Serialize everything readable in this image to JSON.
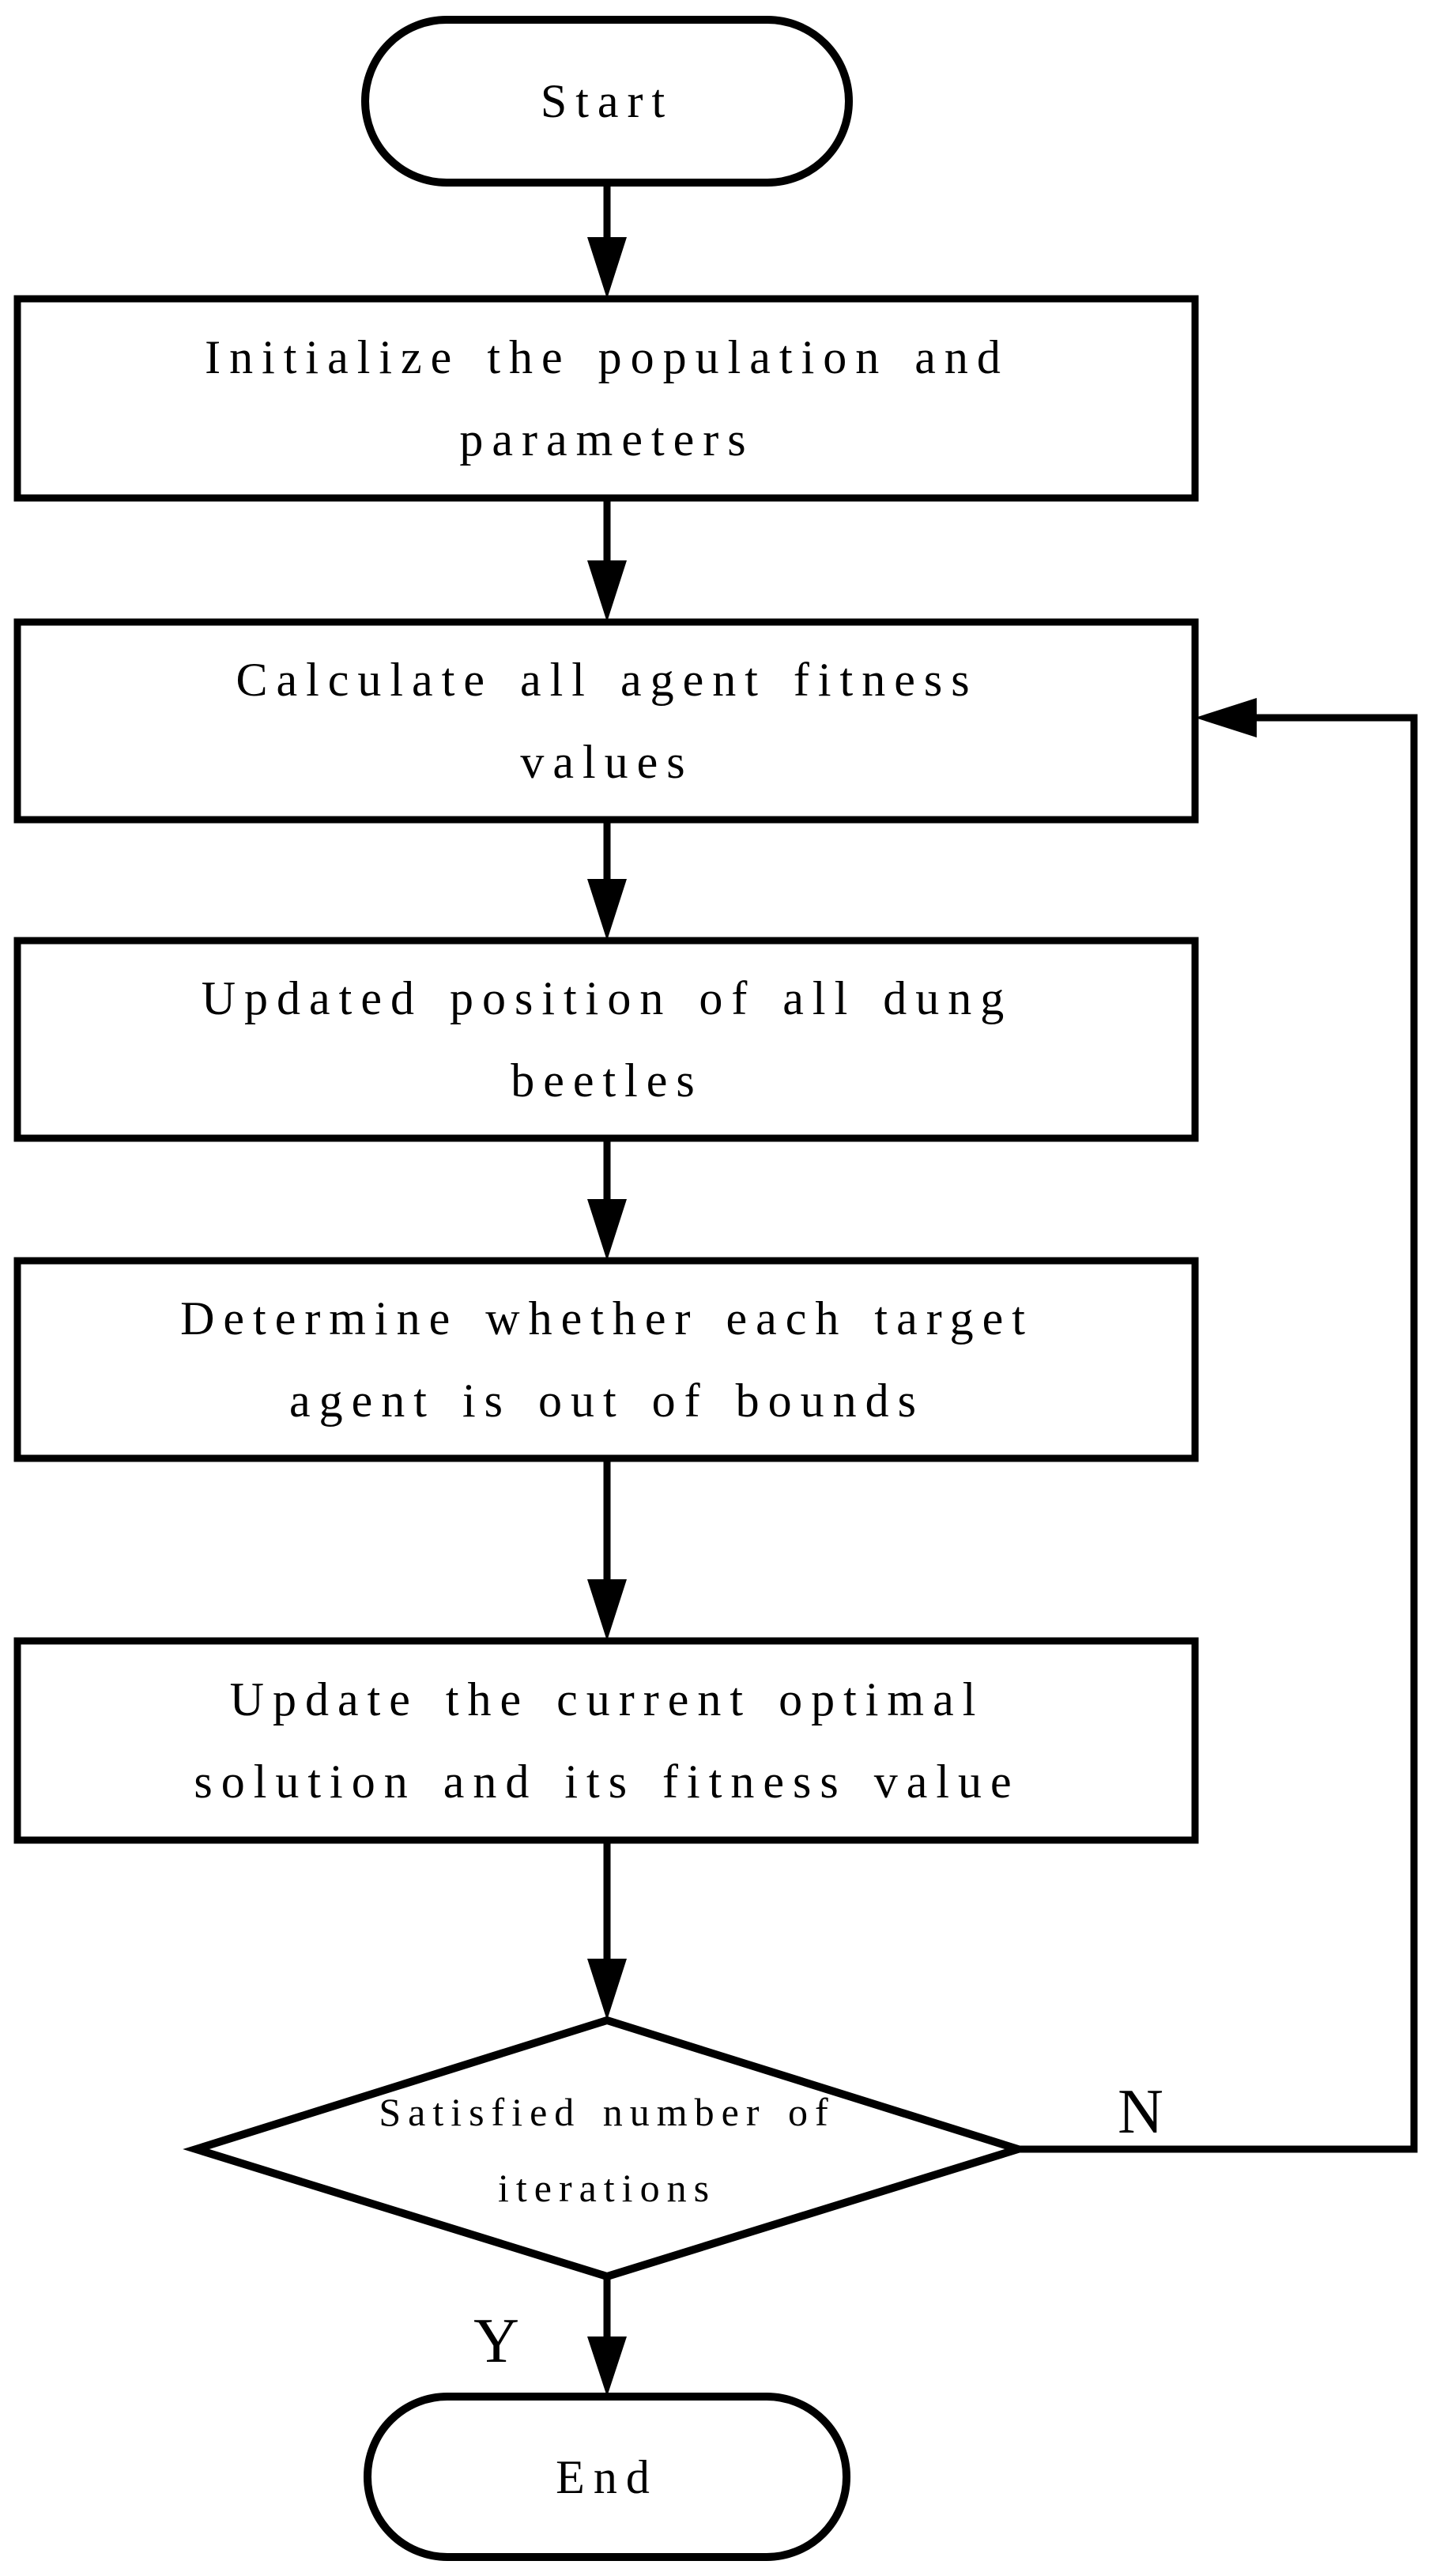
{
  "colors": {
    "ink": "#000000",
    "paper": "#ffffff"
  },
  "flowchart": {
    "start": {
      "shape": "terminator",
      "label": "Start"
    },
    "steps": [
      {
        "id": "initialize",
        "shape": "process",
        "lines": [
          "Initialize the population and",
          "parameters"
        ]
      },
      {
        "id": "fitness",
        "shape": "process",
        "lines": [
          "Calculate all agent fitness",
          "values"
        ]
      },
      {
        "id": "update-position",
        "shape": "process",
        "lines": [
          "Updated position of all dung",
          "beetles"
        ]
      },
      {
        "id": "bounds-check",
        "shape": "process",
        "lines": [
          "Determine whether each target",
          "agent is out of bounds"
        ]
      },
      {
        "id": "update-optimal",
        "shape": "process",
        "lines": [
          "Update the current optimal",
          "solution and its fitness value"
        ]
      }
    ],
    "decision": {
      "id": "iteration-check",
      "shape": "decision",
      "lines": [
        "Satisfied number of",
        "iterations"
      ]
    },
    "end": {
      "shape": "terminator",
      "label": "End"
    },
    "edges": [
      {
        "from": "start",
        "to": "initialize",
        "label": ""
      },
      {
        "from": "initialize",
        "to": "fitness",
        "label": ""
      },
      {
        "from": "fitness",
        "to": "update-position",
        "label": ""
      },
      {
        "from": "update-position",
        "to": "bounds-check",
        "label": ""
      },
      {
        "from": "bounds-check",
        "to": "update-optimal",
        "label": ""
      },
      {
        "from": "update-optimal",
        "to": "iteration-check",
        "label": ""
      },
      {
        "from": "iteration-check",
        "to": "fitness",
        "label": "N"
      },
      {
        "from": "iteration-check",
        "to": "end",
        "label": "Y"
      }
    ]
  }
}
